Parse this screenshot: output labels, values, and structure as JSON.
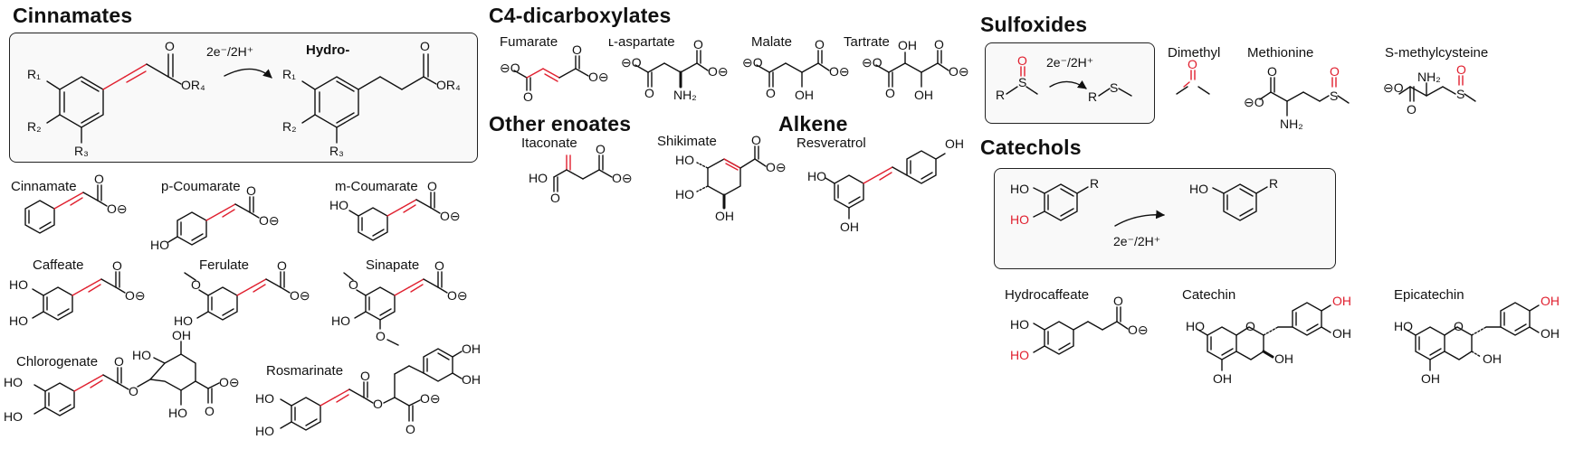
{
  "sections": {
    "cinnamates": "Cinnamates",
    "c4": "C4-dicarboxylates",
    "other_enoates": "Other enoates",
    "alkene": "Alkene",
    "sulfoxides": "Sulfoxides",
    "catechols": "Catechols"
  },
  "reaction": {
    "electrons": "2e⁻/2H⁺",
    "product_prefix": "Hydro-",
    "r1": "R₁",
    "r2": "R₂",
    "r3": "R₃",
    "r4": "OR₄",
    "r_generic": "R"
  },
  "compounds": {
    "cinnamate": "Cinnamate",
    "p_coumarate": "p-Coumarate",
    "m_coumarate": "m-Coumarate",
    "caffeate": "Caffeate",
    "ferulate": "Ferulate",
    "sinapate": "Sinapate",
    "chlorogenate": "Chlorogenate",
    "rosmarinate": "Rosmarinate",
    "fumarate": "Fumarate",
    "l_aspartate": "ʟ-aspartate",
    "malate": "Malate",
    "tartrate": "Tartrate",
    "itaconate": "Itaconate",
    "shikimate": "Shikimate",
    "resveratrol": "Resveratrol",
    "dimethyl": "Dimethyl",
    "methionine": "Methionine",
    "s_methylcysteine": "S-methylcysteine",
    "hydrocaffeate": "Hydrocaffeate",
    "catechin": "Catechin",
    "epicatechin": "Epicatechin"
  },
  "atoms": {
    "o": "O",
    "oh": "OH",
    "ho": "HO",
    "o_minus": "O⊖",
    "minus": "⊖",
    "nh2": "NH₂",
    "s": "S"
  },
  "colors": {
    "highlight": "#e0202f",
    "line": "#111111",
    "box_border": "#222222"
  }
}
